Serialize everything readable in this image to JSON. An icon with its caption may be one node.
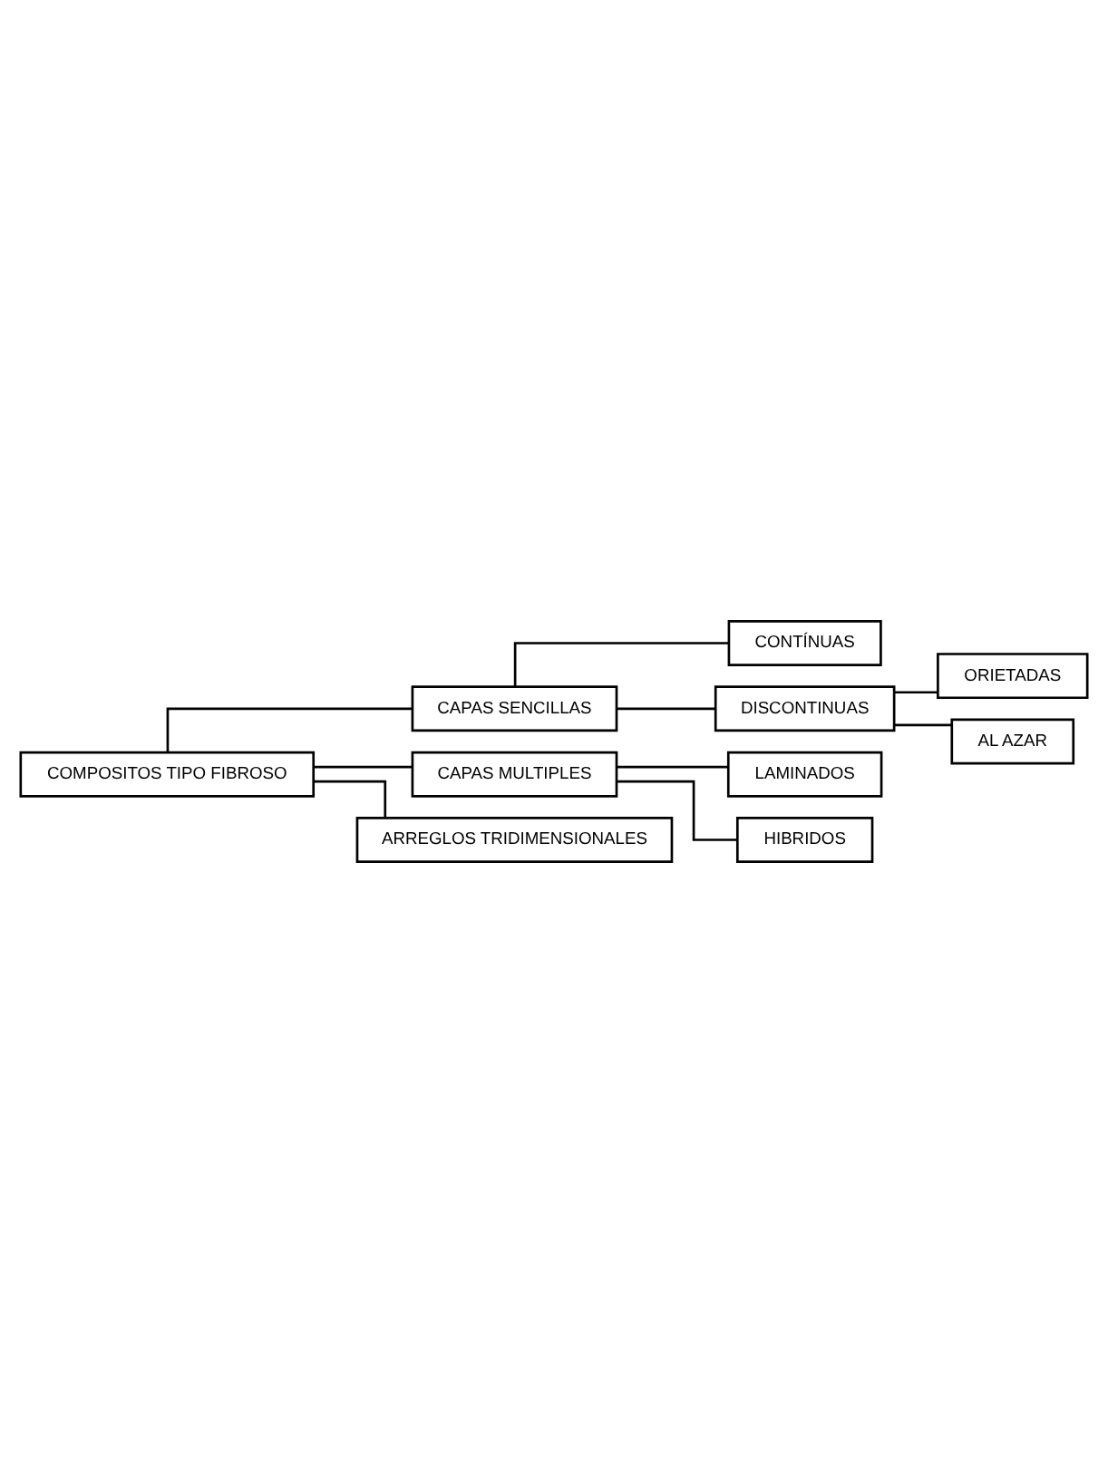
{
  "diagram": {
    "nodes": [
      {
        "text": [
          "COMPOSITOS TIPO FIBROSO"
        ]
      },
      {
        "text": [
          "CAPAS SENCILLAS"
        ]
      },
      {
        "text": [
          "CONTÍNUAS"
        ]
      },
      {
        "text": [
          "DISCONTINUAS"
        ]
      },
      {
        "text": [
          "ORIETADAS"
        ]
      },
      {
        "text": [
          "AL AZAR"
        ]
      },
      {
        "text": [
          "CAPAS MULTIPLES"
        ]
      },
      {
        "text": [
          "LAMINADOS"
        ]
      },
      {
        "text": [
          "HIBRIDOS"
        ]
      },
      {
        "text": [
          "ARREGLOS TRIDIMENSIONALES"
        ]
      }
    ],
    "edges": [
      {
        "from": 0,
        "to": 1,
        "arrow": "none"
      },
      {
        "from": 1,
        "to": 2,
        "arrow": "none"
      },
      {
        "from": 1,
        "to": 3,
        "arrow": "none"
      },
      {
        "from": 3,
        "to": 4,
        "arrow": "none"
      },
      {
        "from": 3,
        "to": 5,
        "arrow": "none"
      },
      {
        "from": 0,
        "to": 6,
        "arrow": "none"
      },
      {
        "from": 6,
        "to": 7,
        "arrow": "none"
      },
      {
        "from": 6,
        "to": 8,
        "arrow": "none"
      },
      {
        "from": 0,
        "to": 9,
        "arrow": "none"
      }
    ]
  }
}
